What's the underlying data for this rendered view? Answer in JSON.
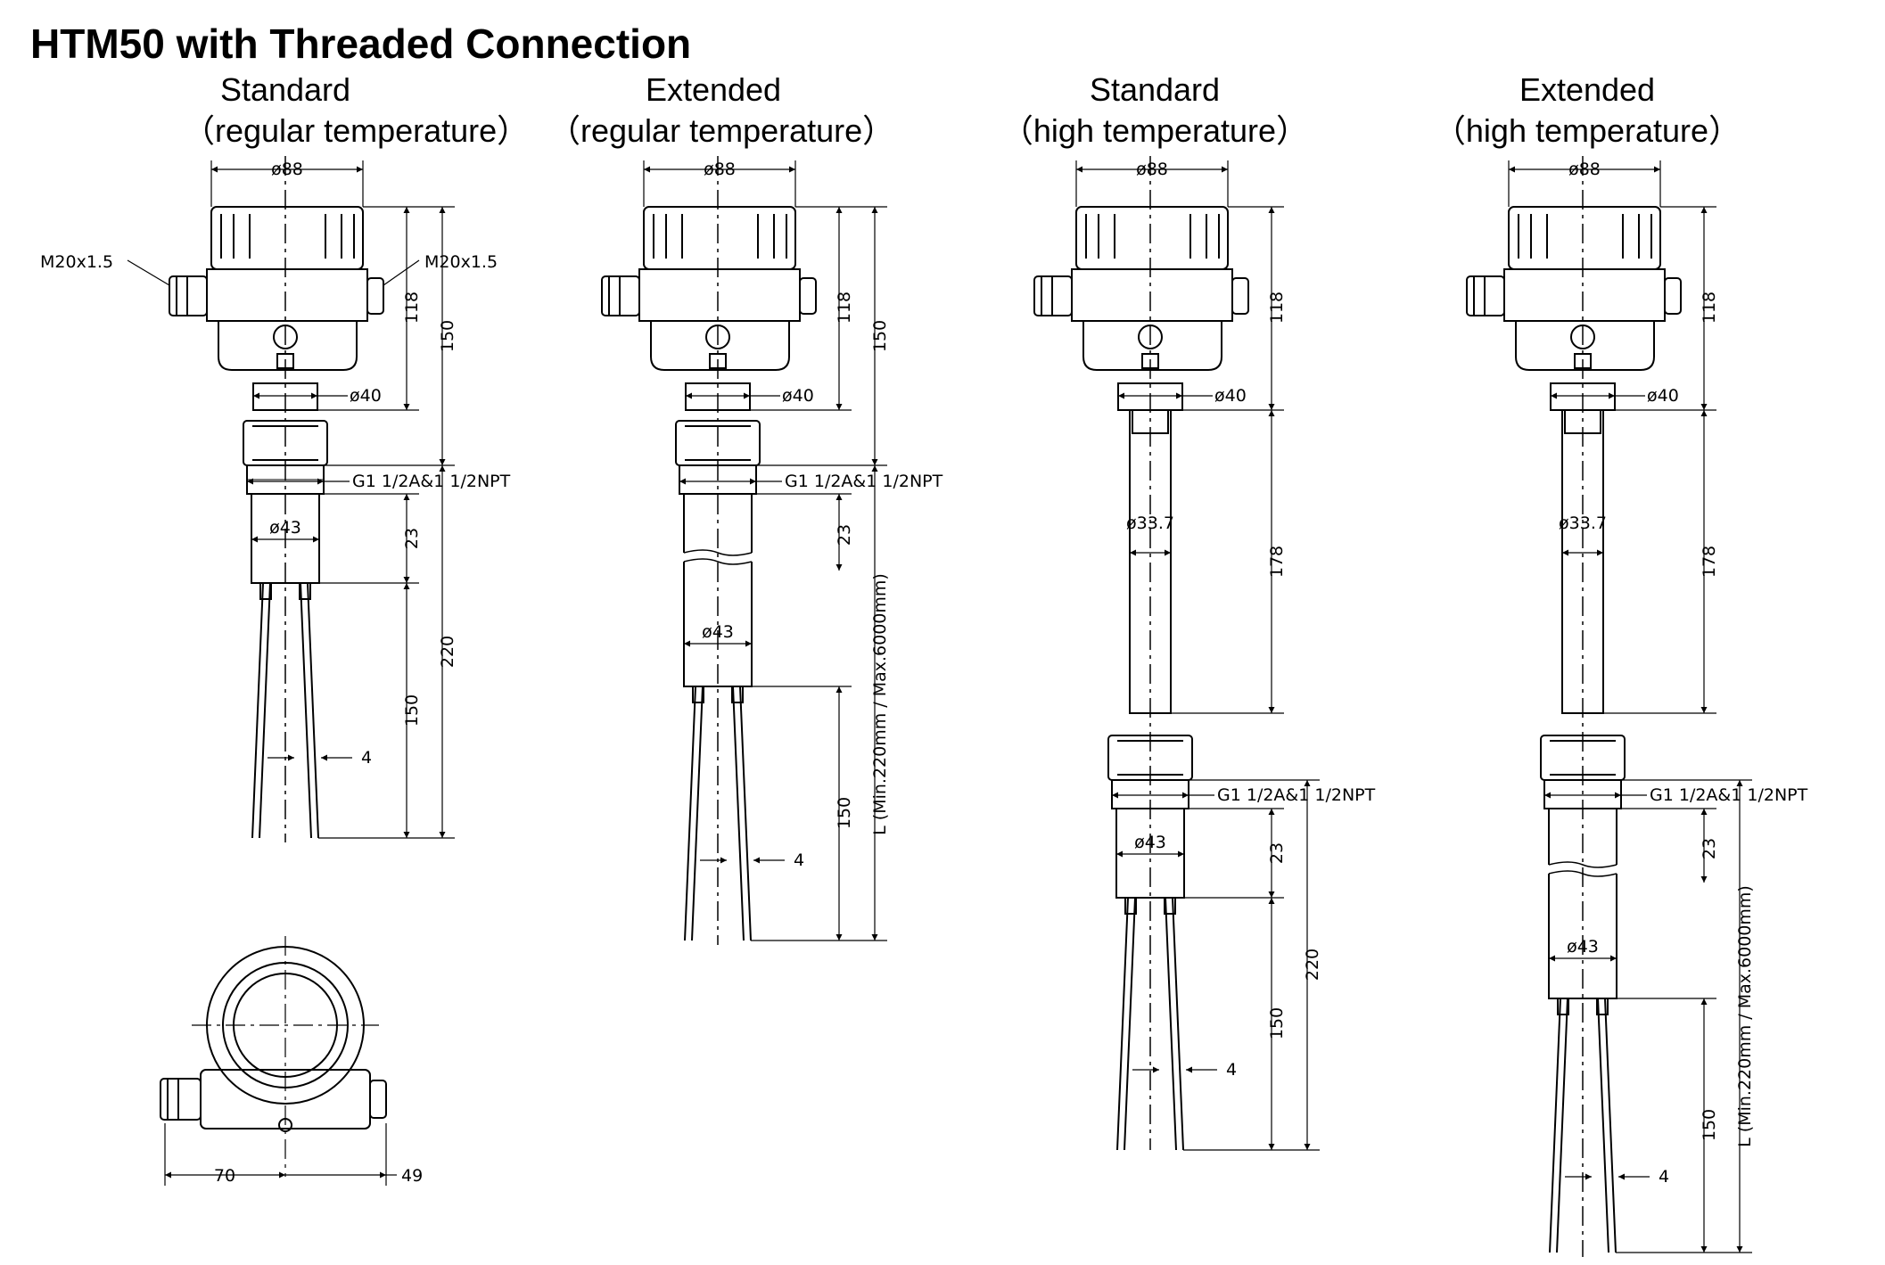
{
  "title": "HTM50 with Threaded Connection",
  "variants": [
    {
      "line1": "Standard",
      "line2": "（regular temperature）"
    },
    {
      "line1": "Extended",
      "line2": "（regular temperature）"
    },
    {
      "line1": "Standard",
      "line2": "（high temperature）"
    },
    {
      "line1": "Extended",
      "line2": "（high temperature）"
    }
  ],
  "labels": {
    "housing_dia": "ø88",
    "cable_gland": "M20x1.5",
    "neck_dia": "ø40",
    "thread": "G1  1/2A&1  1/2NPT",
    "body_dia": "ø43",
    "tube_dia": "ø33.7",
    "fork_width": "4",
    "length_range": "L  (Min.220mm  /  Max.6000mm)",
    "d118": "118",
    "d150": "150",
    "d23": "23",
    "d220": "220",
    "d178": "178",
    "top_w70": "70",
    "top_w49": "49"
  }
}
